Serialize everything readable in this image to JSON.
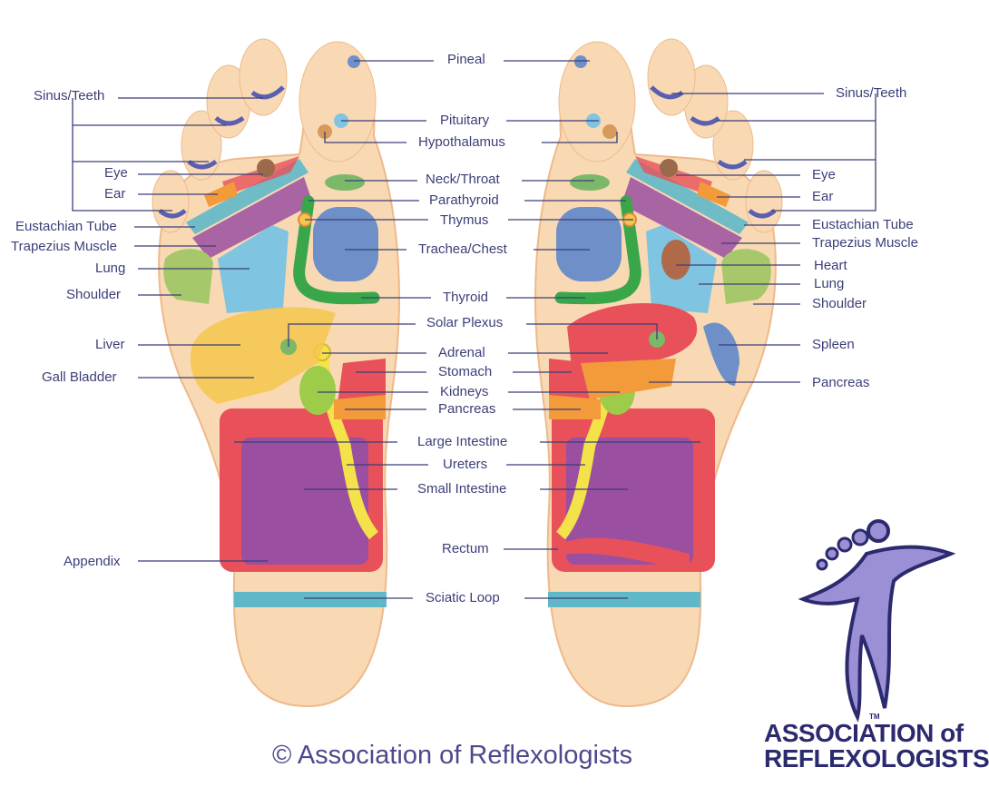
{
  "left_labels": [
    "Sinus/Teeth",
    "Eye",
    "Ear",
    "Eustachian Tube",
    "Trapezius Muscle",
    "Lung",
    "Shoulder",
    "Liver",
    "Gall Bladder",
    "Appendix"
  ],
  "center_labels": [
    "Pineal",
    "Pituitary",
    "Hypothalamus",
    "Neck/Throat",
    "Parathyroid",
    "Thymus",
    "Trachea/Chest",
    "Thyroid",
    "Solar Plexus",
    "Adrenal",
    "Stomach",
    "Kidneys",
    "Pancreas",
    "Large Intestine",
    "Ureters",
    "Small Intestine",
    "Rectum",
    "Sciatic Loop"
  ],
  "right_labels": [
    "Sinus/Teeth",
    "Eye",
    "Ear",
    "Eustachian Tube",
    "Trapezius Muscle",
    "Heart",
    "Lung",
    "Shoulder",
    "Spleen",
    "Pancreas"
  ],
  "footer": {
    "copyright": "© Association of Reflexologists"
  },
  "logo": {
    "line1": "ASSOCIATION of",
    "line2": "REFLEXOLOGISTS",
    "tm": "TM"
  },
  "colors": {
    "text": "#3b3f78",
    "skin": "#f8d9b4",
    "intestine_large": "#e8505a",
    "intestine_small": "#9b4fa0",
    "sciatic": "#5fb8c8",
    "thyroid": "#3aa64a",
    "chest": "#6f8fc8",
    "logo": "#2b2a6e"
  }
}
